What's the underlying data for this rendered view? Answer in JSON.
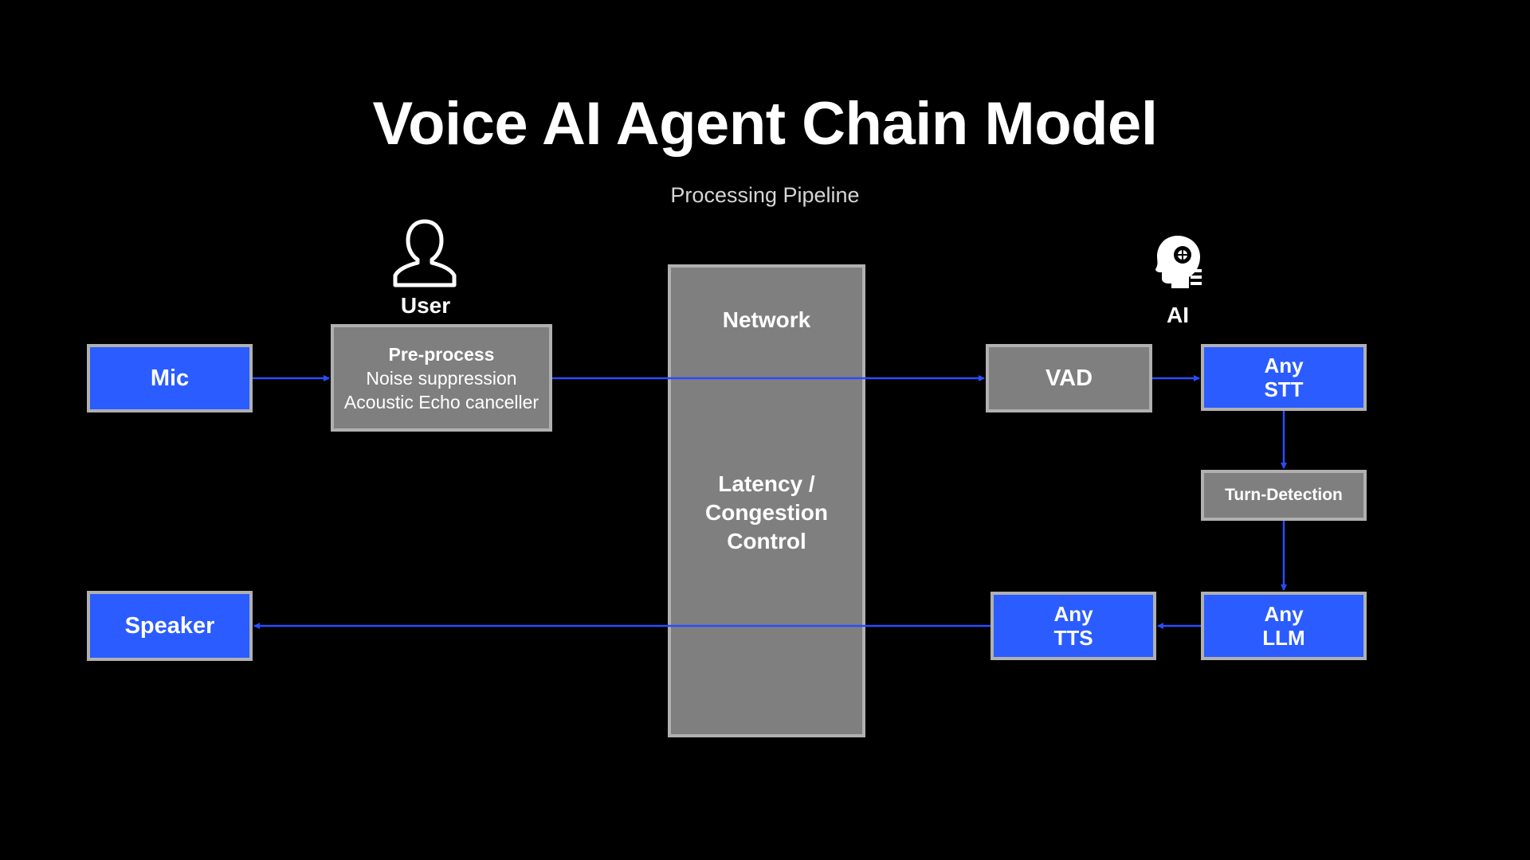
{
  "title": "Voice AI Agent Chain Model",
  "subtitle": "Processing Pipeline",
  "colors": {
    "background": "#000000",
    "blue_box": "#2a5cff",
    "gray_box": "#7f7f7f",
    "border": "#b0b0b0",
    "arrow": "#2a4cff"
  },
  "actors": {
    "user": {
      "label": "User",
      "icon": "user-icon"
    },
    "ai": {
      "label": "AI",
      "icon": "ai-head-icon"
    }
  },
  "nodes": {
    "mic": {
      "label": "Mic"
    },
    "speaker": {
      "label": "Speaker"
    },
    "preprocess": {
      "title": "Pre-process",
      "line1": "Noise suppression",
      "line2": "Acoustic Echo canceller"
    },
    "network": {
      "label": "Network",
      "line1": "Latency /",
      "line2": "Congestion",
      "line3": "Control"
    },
    "vad": {
      "label": "VAD"
    },
    "stt": {
      "line1": "Any",
      "line2": "STT"
    },
    "turn_detection": {
      "label": "Turn-Detection"
    },
    "llm": {
      "line1": "Any",
      "line2": "LLM"
    },
    "tts": {
      "line1": "Any",
      "line2": "TTS"
    }
  },
  "edges": [
    {
      "from": "Mic",
      "to": "Pre-process"
    },
    {
      "from": "Pre-process",
      "to": "VAD"
    },
    {
      "from": "VAD",
      "to": "STT"
    },
    {
      "from": "STT",
      "to": "Turn-Detection"
    },
    {
      "from": "Turn-Detection",
      "to": "LLM"
    },
    {
      "from": "LLM",
      "to": "TTS"
    },
    {
      "from": "TTS",
      "to": "Speaker"
    }
  ]
}
